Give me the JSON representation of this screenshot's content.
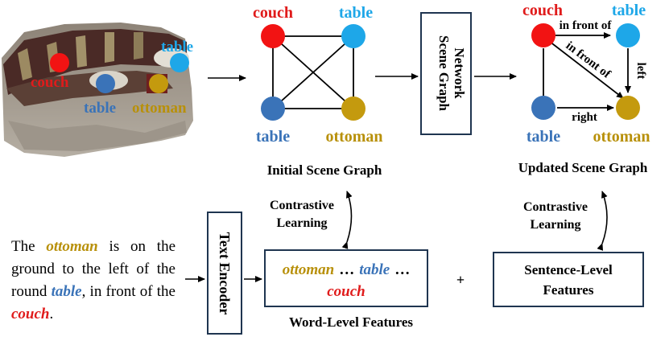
{
  "colors": {
    "couch": "#f21313",
    "table_light": "#1ea7e8",
    "table_dark": "#3a73b8",
    "ottoman": "#c49a0e",
    "ottoman_text": "#b8900a",
    "couch_text": "#e01b1b",
    "box_border": "#1f3550",
    "arrow": "#000000"
  },
  "scene_labels": {
    "couch": "couch",
    "table_top": "table",
    "table_bottom": "table",
    "ottoman": "ottoman"
  },
  "initial_graph": {
    "caption": "Initial Scene Graph",
    "nodes": {
      "couch": "couch",
      "table_tr": "table",
      "table_bl": "table",
      "ottoman": "ottoman"
    }
  },
  "scene_graph_network": {
    "line1": "Scene Graph",
    "line2": "Network"
  },
  "updated_graph": {
    "caption": "Updated Scene Graph",
    "nodes": {
      "couch": "couch",
      "table_tr": "table",
      "table_bl": "table",
      "ottoman": "ottoman"
    },
    "edges": {
      "couch_table": "in front of",
      "couch_ottoman": "in front of",
      "table_ottoman": "left",
      "tablebl_ottoman": "right"
    }
  },
  "contrastive_left": {
    "line1": "Contrastive",
    "line2": "Learning"
  },
  "contrastive_right": {
    "line1": "Contrastive",
    "line2": "Learning"
  },
  "sentence": {
    "w1": "The",
    "w2": "ottoman",
    "w3": "is on the ground to the left of the round",
    "w4": "table",
    "w5": ", in front of the",
    "w6": "couch",
    "w7": "."
  },
  "text_encoder": "Text Encoder",
  "word_features": {
    "ottoman": "ottoman",
    "ellipsis1": "…",
    "table": "table",
    "ellipsis2": "…",
    "couch": "couch",
    "caption": "Word-Level Features"
  },
  "plus": "+",
  "sentence_features": {
    "line1": "Sentence-Level",
    "line2": "Features"
  }
}
